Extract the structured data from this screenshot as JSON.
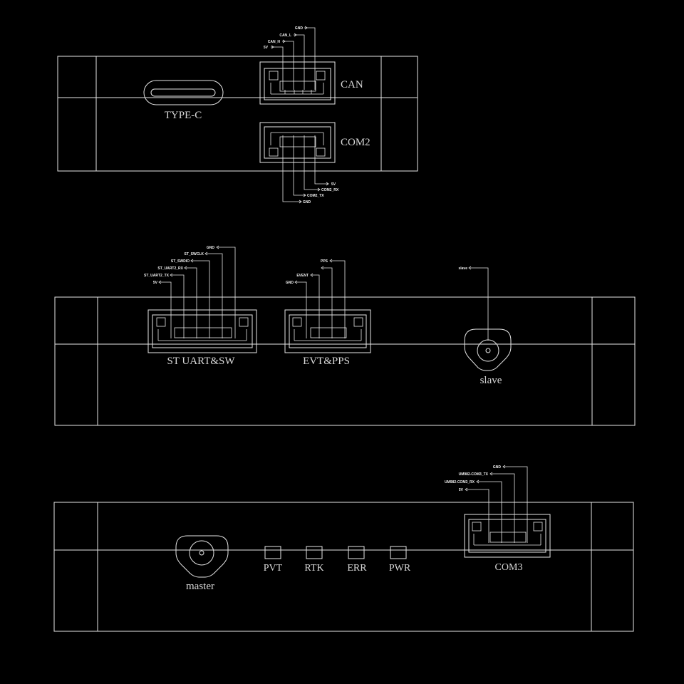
{
  "panel_top": {
    "type_c_label": "TYPE-C",
    "can_label": "CAN",
    "com2_label": "COM2",
    "can_pins": [
      "GND",
      "CAN_L",
      "CAN_H",
      "5V"
    ],
    "com2_pins": [
      "5V",
      "COM2_RX",
      "COM2_TX",
      "GND"
    ]
  },
  "panel_middle": {
    "st_label": "ST UART&SW",
    "evt_label": "EVT&PPS",
    "slave_label": "slave",
    "slave_pin": "slave",
    "st_pins": [
      "GND",
      "ST_SWCLK",
      "ST_SWDIO",
      "ST_UART2_RX",
      "ST_UART2_TX",
      "5V"
    ],
    "evt_pins": [
      "PPS",
      "EVENT",
      "GND"
    ]
  },
  "panel_bottom": {
    "master_label": "master",
    "leds": [
      "PVT",
      "RTK",
      "ERR",
      "PWR"
    ],
    "com3_label": "COM3",
    "com3_pins": [
      "GND",
      "UM982-COM3_TX",
      "UM982-COM3_RX",
      "5V"
    ]
  }
}
